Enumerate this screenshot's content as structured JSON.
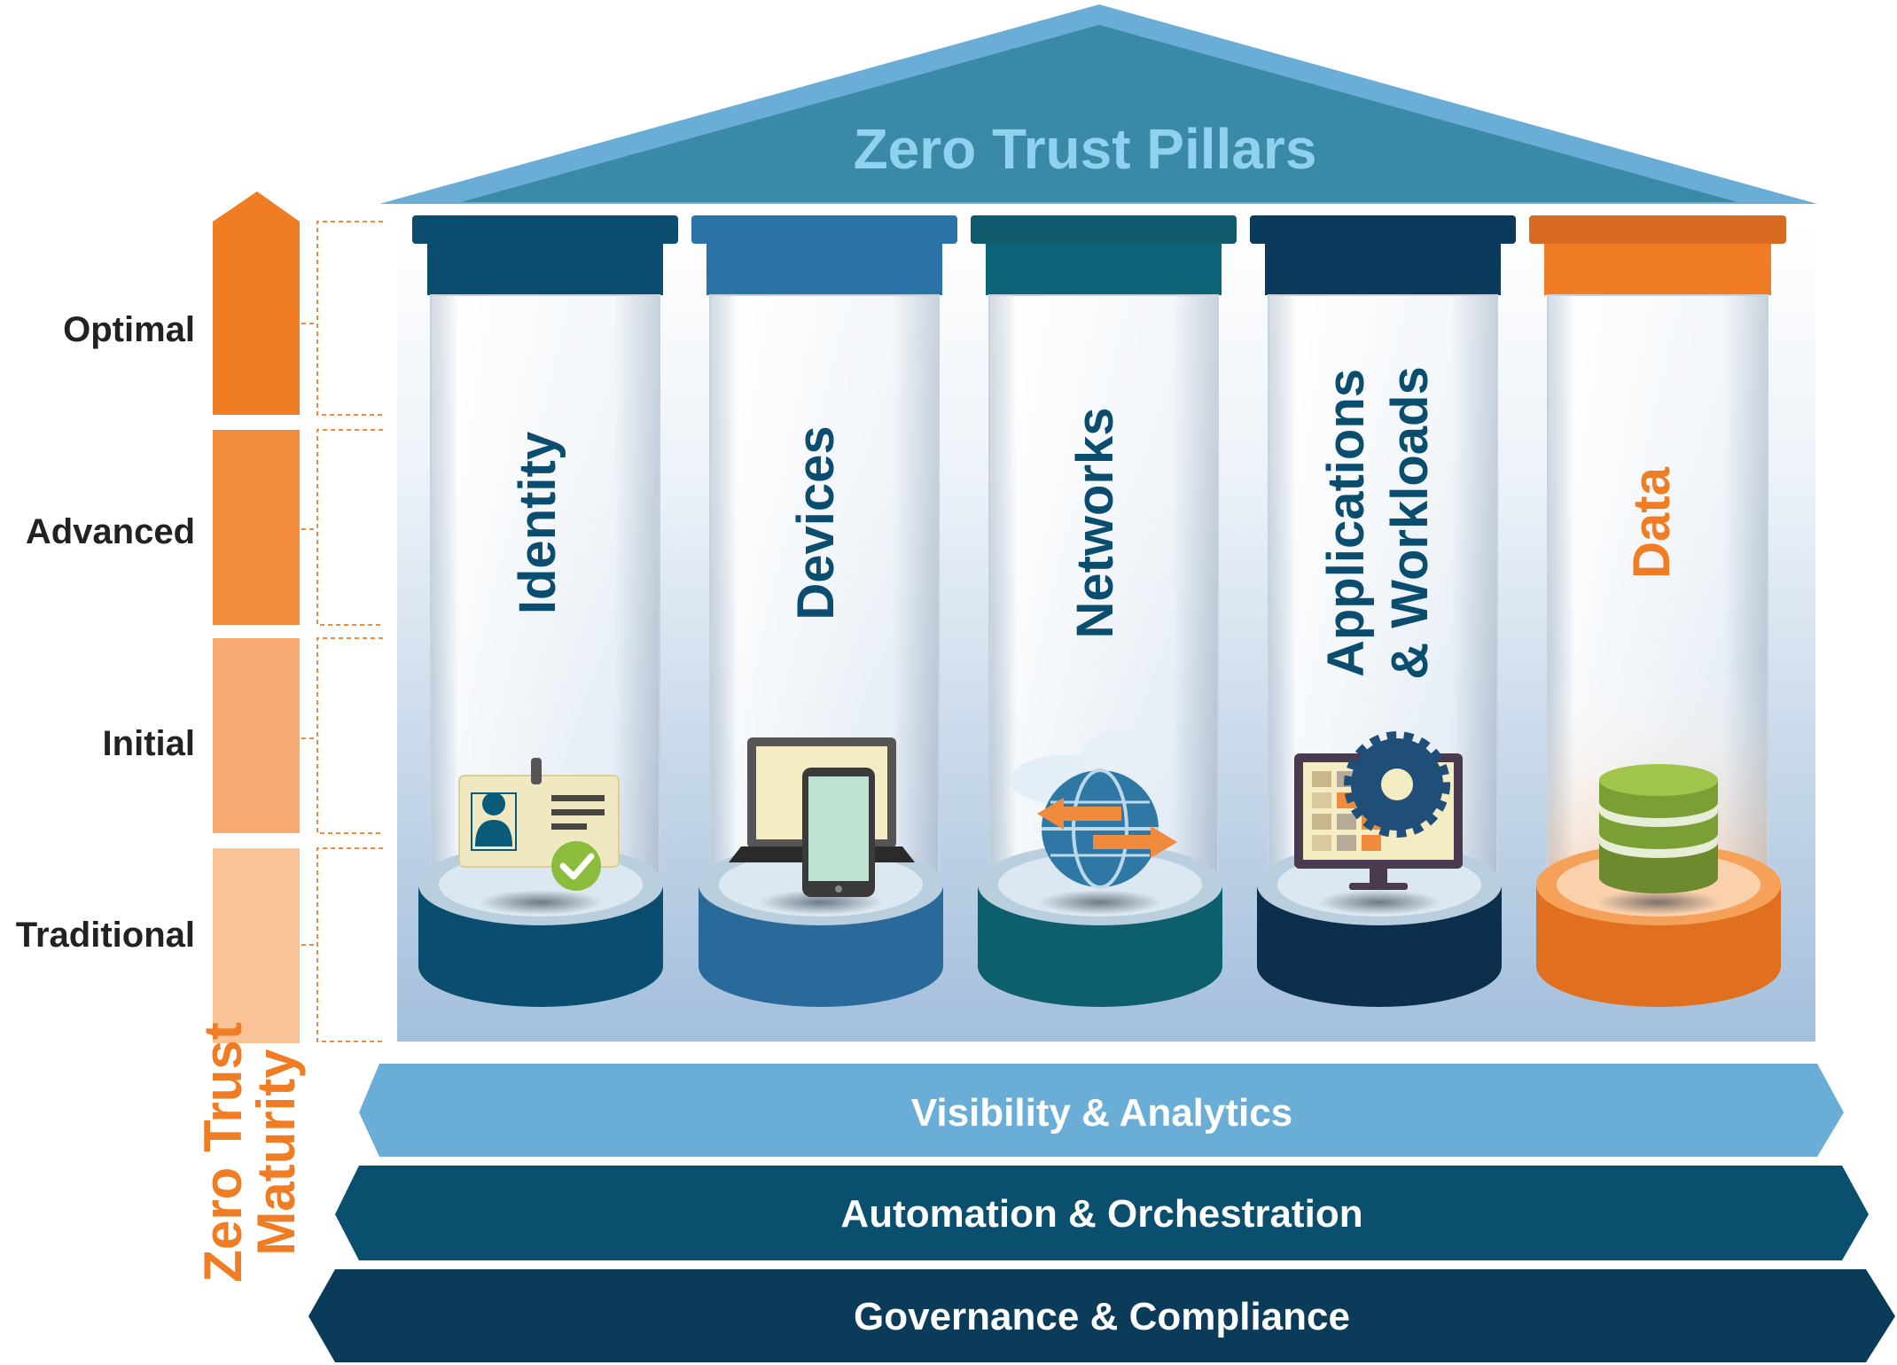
{
  "roof": {
    "title": "Zero Trust Pillars"
  },
  "maturity": {
    "axis_title_line1": "Zero Trust",
    "axis_title_line2": "Maturity",
    "levels": [
      "Optimal",
      "Advanced",
      "Initial",
      "Traditional"
    ]
  },
  "pillars": [
    {
      "label": "Identity",
      "icon": "id-badge-icon",
      "color": "#0a4d6f"
    },
    {
      "label": "Devices",
      "icon": "devices-icon",
      "color": "#2a73a6"
    },
    {
      "label": "Networks",
      "icon": "globe-network-icon",
      "color": "#0d5f6e"
    },
    {
      "label_line1": "Applications",
      "label_line2": "& Workloads",
      "icon": "app-gear-icon",
      "color": "#0b3a5c"
    },
    {
      "label": "Data",
      "icon": "database-icon",
      "color": "#f07c24"
    }
  ],
  "foundations": [
    {
      "label": "Visibility & Analytics",
      "color": "#6aaed8"
    },
    {
      "label": "Automation & Orchestration",
      "color": "#0b4f6f"
    },
    {
      "label": "Governance & Compliance",
      "color": "#0a3b58"
    }
  ],
  "colors": {
    "accent_orange": "#f07c24",
    "roof_blue": "#3a89a6",
    "dark_navy": "#0b3a5c"
  }
}
